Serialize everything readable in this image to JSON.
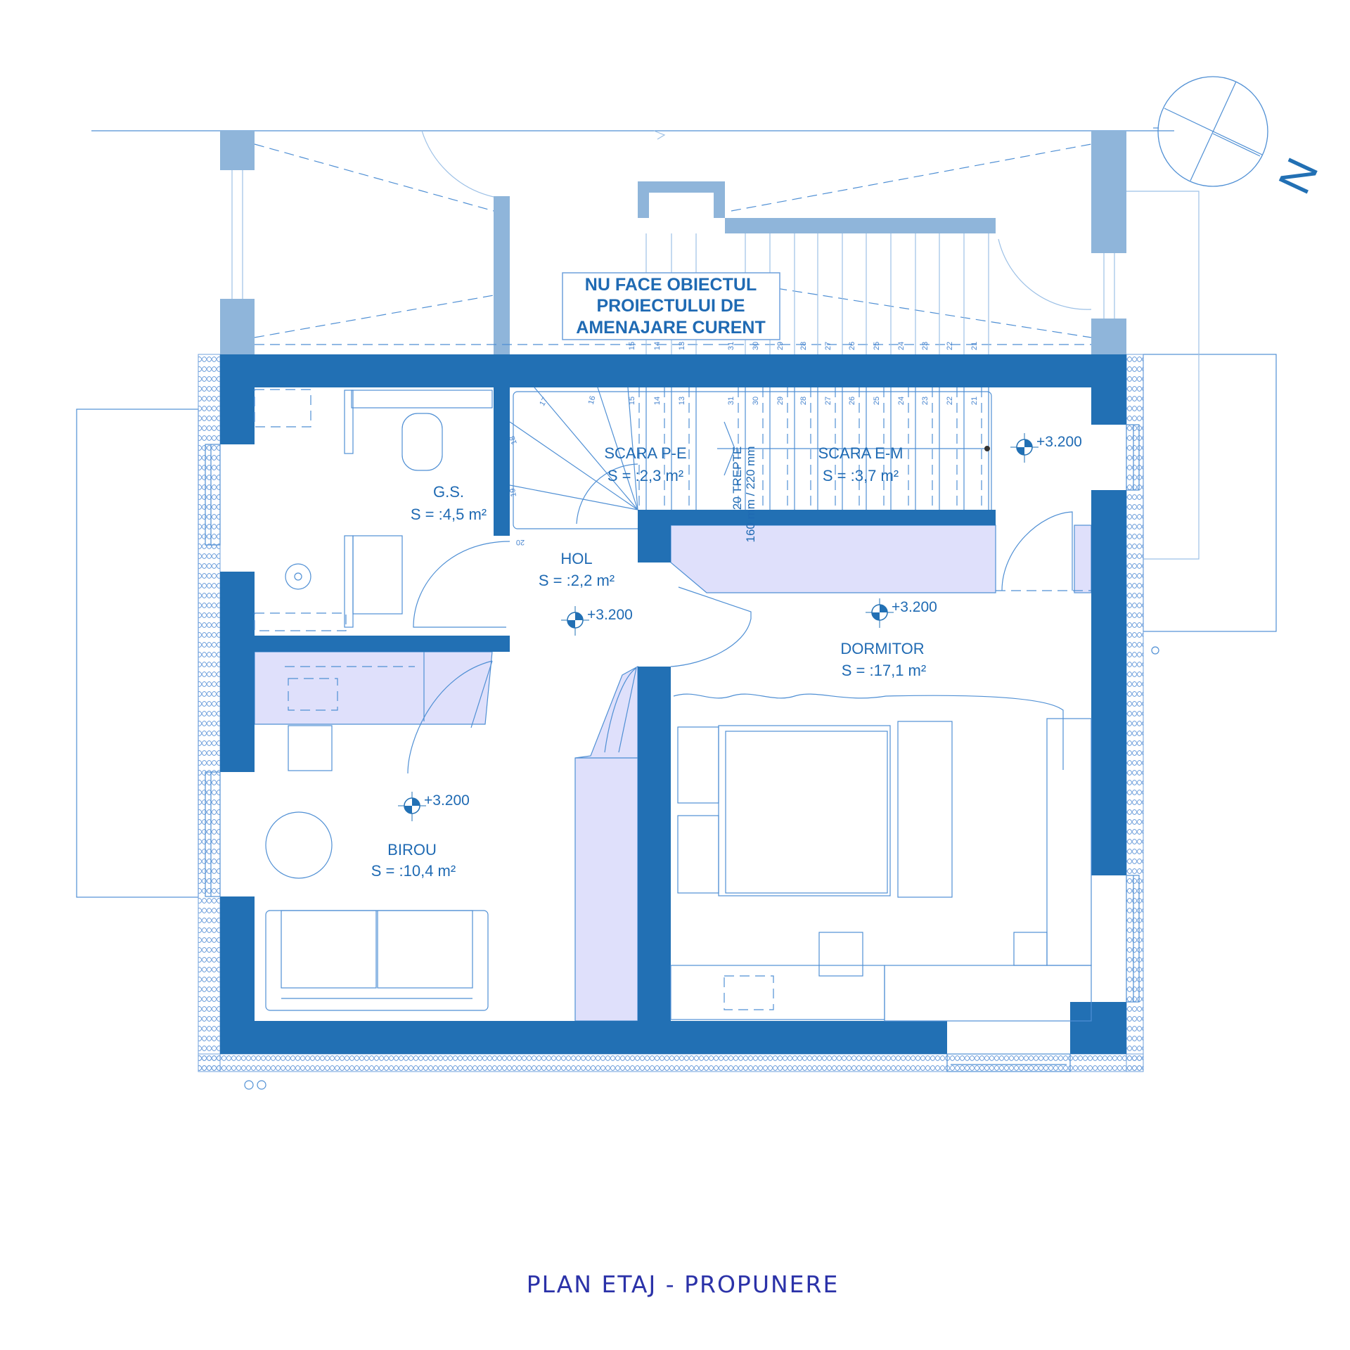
{
  "title": "PLAN ETAJ - PROPUNERE",
  "note": {
    "line1": "NU FACE OBIECTUL",
    "line2": "PROIECTULUI DE",
    "line3": "AMENAJARE CURENT"
  },
  "compass": {
    "label": "N"
  },
  "rooms": {
    "gs": {
      "name": "G.S.",
      "area": "S = :4,5 m²"
    },
    "scara_pe": {
      "name": "SCARA P-E",
      "area": "S = :2,3 m²"
    },
    "scara_em": {
      "name": "SCARA E-M",
      "area": "S = :3,7 m²"
    },
    "hol": {
      "name": "HOL",
      "area": "S = :2,2 m²"
    },
    "dormitor": {
      "name": "DORMITOR",
      "area": "S = :17,1 m²"
    },
    "birou": {
      "name": "BIROU",
      "area": "S = :10,4 m²"
    }
  },
  "stair": {
    "treads": "20 TREPTE",
    "dimensions": "160 mm / 220 mm",
    "step_numbers": [
      "15",
      "14",
      "13",
      "31",
      "30",
      "29",
      "28",
      "27",
      "26",
      "25",
      "24",
      "23",
      "22",
      "21"
    ],
    "winder_numbers": [
      "17",
      "16",
      "18",
      "19",
      "20"
    ]
  },
  "levels": {
    "hol": "+3.200",
    "stair": "+3.200",
    "dormitor": "+3.200",
    "birou": "+3.200"
  },
  "colors": {
    "wall": "#2270b4",
    "existing_wall": "#8fb5da",
    "furniture_fill": "#dfe0fb",
    "line": "#4f8fd4",
    "title": "#2b32a8"
  }
}
